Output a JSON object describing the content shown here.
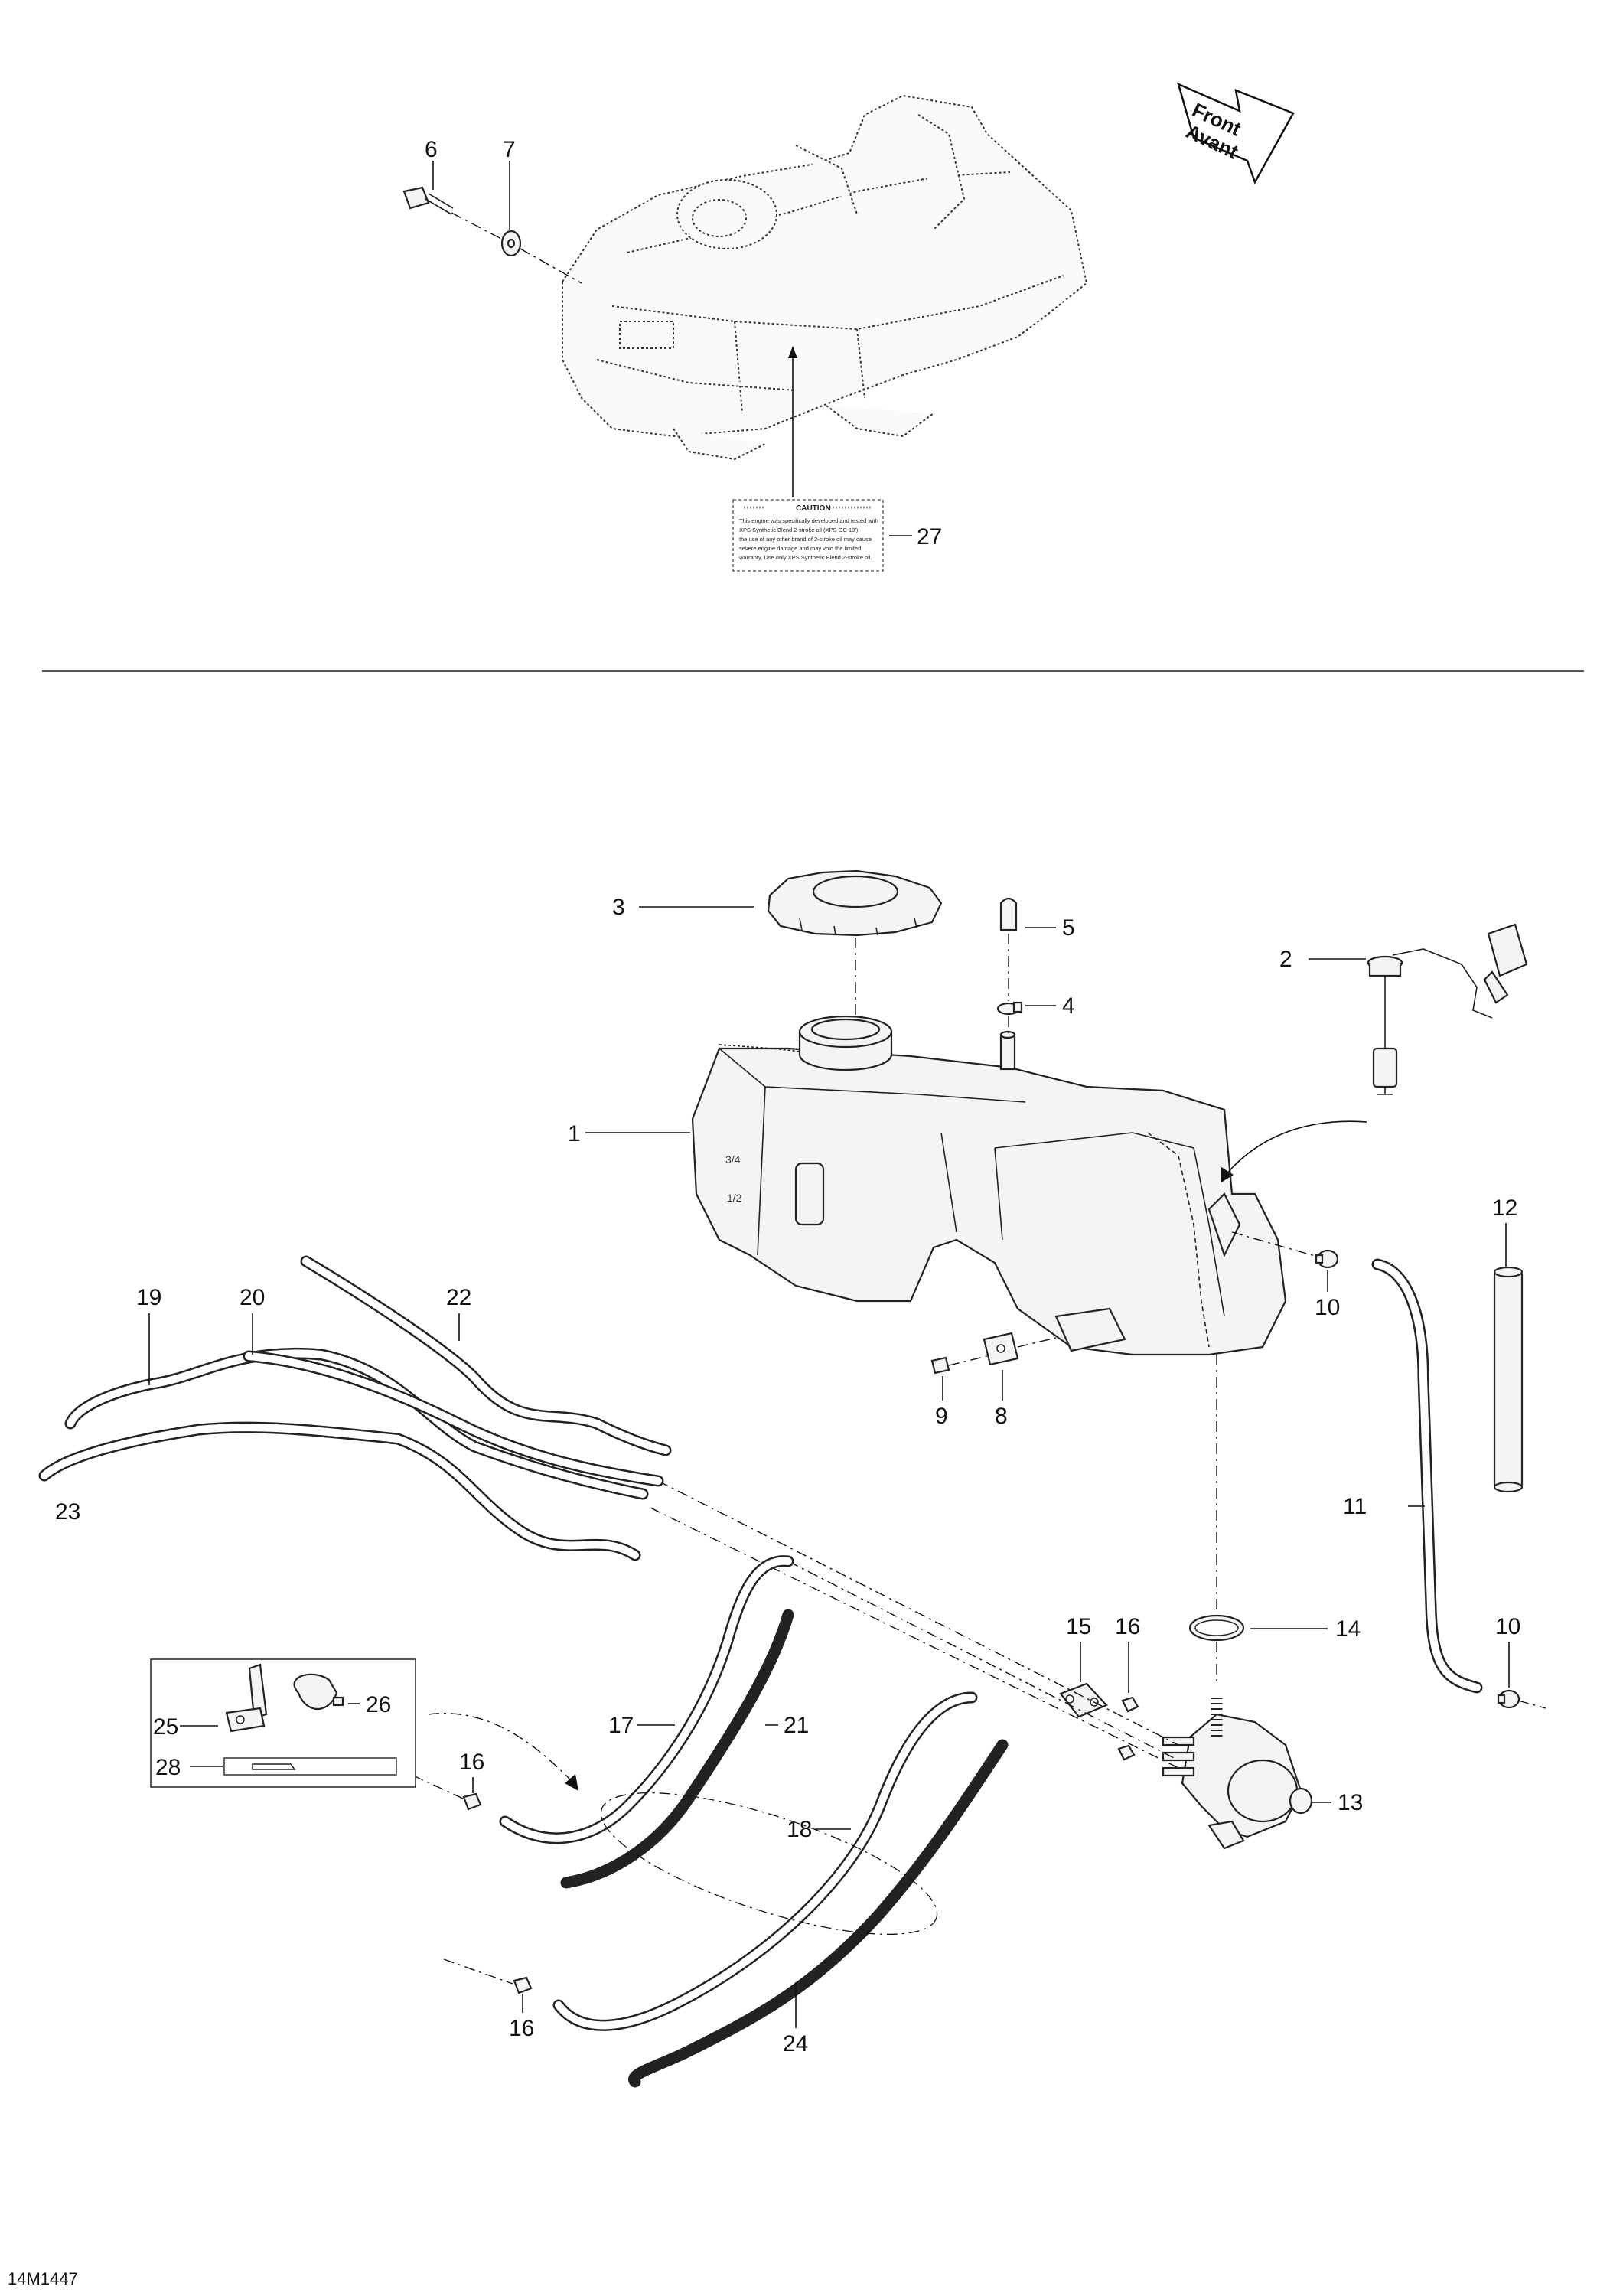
{
  "diagram": {
    "direction_arrow": {
      "line1": "Front",
      "line2": "Avant"
    },
    "caution_label": {
      "heading": "CAUTION",
      "lines": [
        "This engine was specifically developed and tested with",
        "XPS Synthetic Blend 2-stroke oil (XPS OC 10'),",
        "the use of any other brand of 2-stroke oil may cause",
        "severe engine damage and may void the limited",
        "warranty. Use only XPS Synthetic Blend 2-stroke oil."
      ]
    },
    "callouts": {
      "c1": "1",
      "c2": "2",
      "c3": "3",
      "c4": "4",
      "c5": "5",
      "c6": "6",
      "c7": "7",
      "c8": "8",
      "c9": "9",
      "c10a": "10",
      "c10b": "10",
      "c11": "11",
      "c12": "12",
      "c13": "13",
      "c14": "14",
      "c15": "15",
      "c16a": "16",
      "c16b": "16",
      "c16c": "16",
      "c17": "17",
      "c18": "18",
      "c19": "19",
      "c20": "20",
      "c21": "21",
      "c22": "22",
      "c23": "23",
      "c24": "24",
      "c25": "25",
      "c26": "26",
      "c27": "27",
      "c28": "28"
    },
    "figure_code": "14M1447"
  }
}
